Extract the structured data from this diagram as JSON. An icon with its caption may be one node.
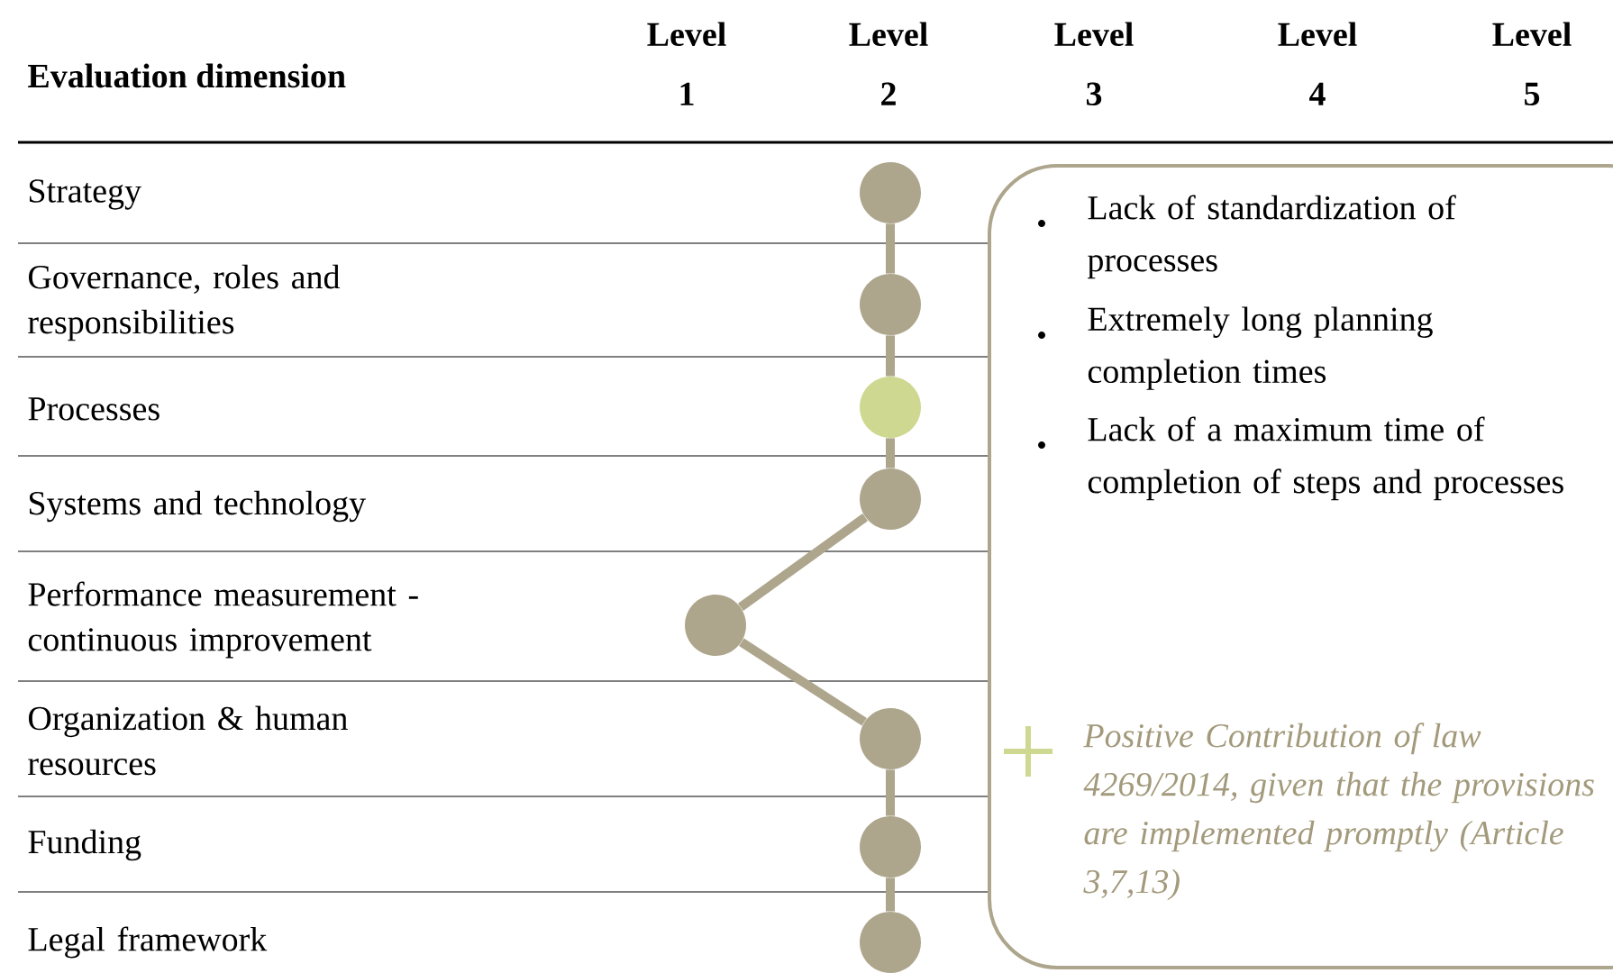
{
  "diagram": {
    "nodes": [
      {
        "text": [],
        "shape": "circle"
      },
      {
        "text": [],
        "shape": "circle"
      },
      {
        "text": [],
        "shape": "circle"
      },
      {
        "text": [],
        "shape": "circle"
      },
      {
        "text": [],
        "shape": "circle"
      },
      {
        "text": [],
        "shape": "circle"
      },
      {
        "text": [],
        "shape": "circle"
      },
      {
        "text": [],
        "shape": "circle"
      },
      {
        "text": [
          "Lack of standardization of processes",
          "Extremely long planning completion times",
          "Lack of a maximum time of completion of steps and processes",
          "Positive Contribution of law 4269/2014, given that the provisions are implemented promptly (Article 3,7,13)"
        ]
      }
    ],
    "edges": [
      {
        "from": 0,
        "to": 1,
        "arrow": "none"
      },
      {
        "from": 1,
        "to": 2,
        "arrow": "none"
      },
      {
        "from": 2,
        "to": 3,
        "arrow": "none"
      },
      {
        "from": 3,
        "to": 4,
        "arrow": "none"
      },
      {
        "from": 4,
        "to": 5,
        "arrow": "none"
      },
      {
        "from": 5,
        "to": 6,
        "arrow": "none"
      },
      {
        "from": 6,
        "to": 7,
        "arrow": "none"
      }
    ],
    "labels": [
      "Evaluation dimension",
      "Level 1",
      "Level 2",
      "Level 3",
      "Level 4",
      "Level 5",
      "Strategy",
      "Governance, roles and responsibilities",
      "Processes",
      "Systems and technology",
      "Performance measurement - continuous improvement",
      "Organization & human resources",
      "Funding",
      "Legal framework"
    ]
  }
}
